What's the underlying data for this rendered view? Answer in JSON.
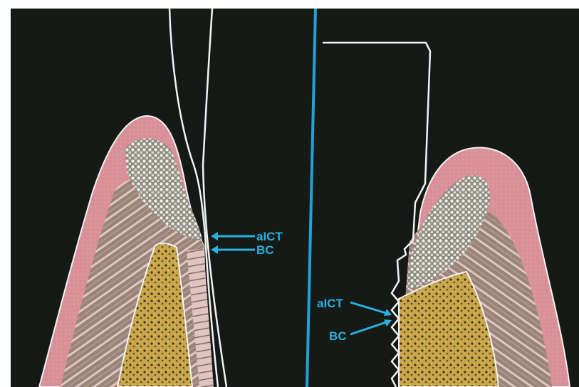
{
  "colors": {
    "background": "#161a17",
    "frame": "#ffffff",
    "divider": "#1fa3d6",
    "gingiva": "#d98f98",
    "connective": "#9a8378",
    "fibers": "#e2c6c3",
    "infiltrate": "#e9e5dd",
    "bone": "#c9a64a",
    "outline": "#f3f3f3",
    "label": "#29b0e0"
  },
  "left_panel": {
    "structures": [
      "tooth-root",
      "gingiva",
      "inflammatory-infiltrate",
      "alveolar-bone"
    ],
    "labels": {
      "aict": "aICT",
      "bc": "BC"
    }
  },
  "right_panel": {
    "structures": [
      "implant",
      "peri-implant-mucosa",
      "inflammatory-infiltrate",
      "alveolar-bone"
    ],
    "labels": {
      "aict": "aICT",
      "bc": "BC"
    }
  }
}
